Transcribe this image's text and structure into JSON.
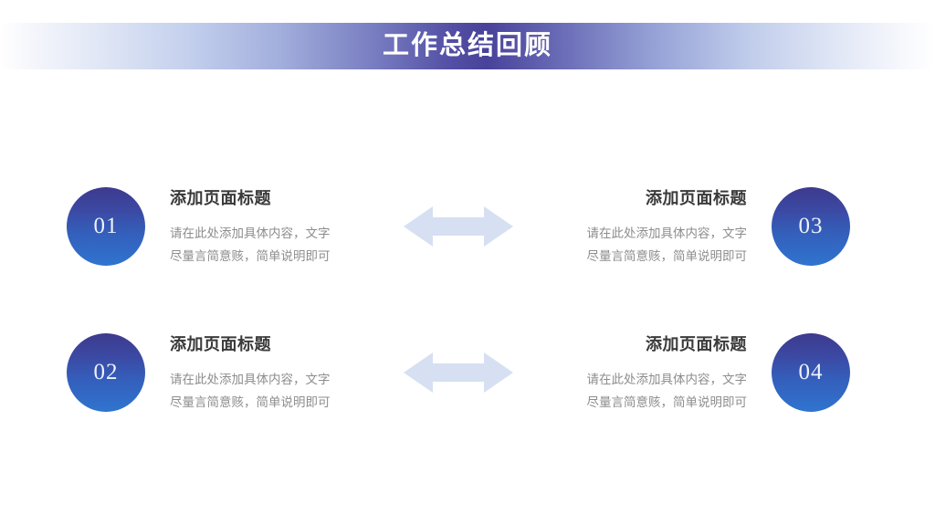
{
  "slide": {
    "title": "工作总结回顾",
    "accent_dark": "#3d3a8e",
    "accent_light": "#2f74cf",
    "arrow_color": "#d6e0f2",
    "title_color": "#ffffff",
    "heading_color": "#3a3a3a",
    "body_color": "#8d8d8d",
    "background": "#ffffff"
  },
  "rows": [
    {
      "left": {
        "number": "01",
        "title": "添加页面标题",
        "desc_line_1": "请在此处添加具体内容，文字",
        "desc_line_2": "尽量言简意赅，简单说明即可"
      },
      "arrow": "double-arrow-icon",
      "right": {
        "number": "03",
        "title": "添加页面标题",
        "desc_line_1": "请在此处添加具体内容，文字",
        "desc_line_2": "尽量言简意赅，简单说明即可"
      }
    },
    {
      "left": {
        "number": "02",
        "title": "添加页面标题",
        "desc_line_1": "请在此处添加具体内容，文字",
        "desc_line_2": "尽量言简意赅，简单说明即可"
      },
      "arrow": "double-arrow-icon",
      "right": {
        "number": "04",
        "title": "添加页面标题",
        "desc_line_1": "请在此处添加具体内容，文字",
        "desc_line_2": "尽量言简意赅，简单说明即可"
      }
    }
  ]
}
